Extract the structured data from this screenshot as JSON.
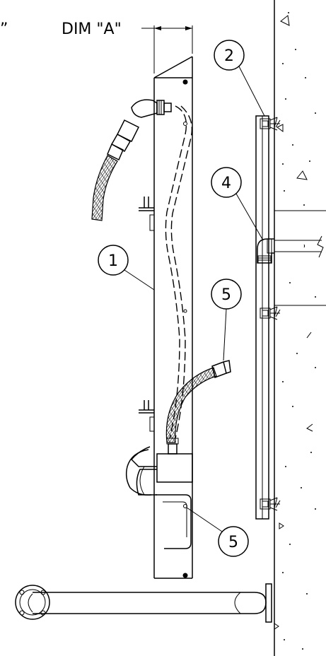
{
  "dimension": {
    "prefix": "”",
    "label": "DIM \"A\""
  },
  "callouts": [
    {
      "id": "callout-1",
      "number": "1"
    },
    {
      "id": "callout-2",
      "number": "2"
    },
    {
      "id": "callout-4",
      "number": "4"
    },
    {
      "id": "callout-5-hose",
      "number": "5"
    },
    {
      "id": "callout-5-panel",
      "number": "5"
    }
  ]
}
